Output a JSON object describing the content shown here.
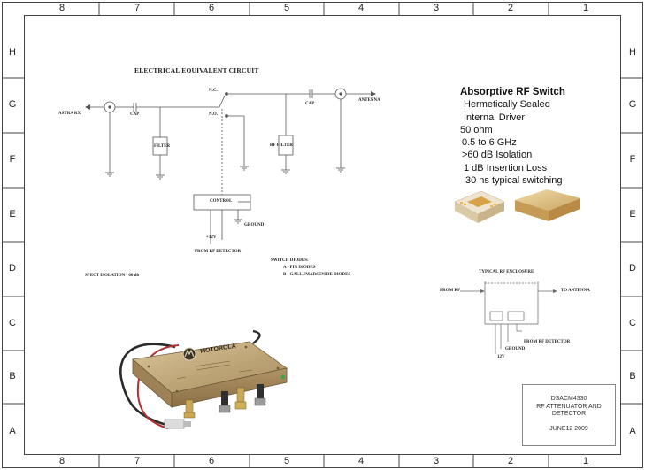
{
  "border": {
    "columns_top": [
      "8",
      "7",
      "6",
      "5",
      "4",
      "3",
      "2",
      "1"
    ],
    "columns_bottom": [
      "8",
      "7",
      "6",
      "5",
      "4",
      "3",
      "2",
      "1"
    ],
    "rows_left": [
      "H",
      "G",
      "F",
      "E",
      "D",
      "C",
      "B",
      "A"
    ],
    "rows_right": [
      "H",
      "G",
      "F",
      "E",
      "D",
      "C",
      "B",
      "A"
    ]
  },
  "circuit": {
    "title": "ELECTRICAL EQUIVALENT CIRCUIT",
    "labels": {
      "astra_rx": "ASTRA RX",
      "cap_left": "CAP",
      "cap_right": "CAP",
      "nc": "N.C.",
      "no": "N.O.",
      "filter": "FILTER",
      "rf_filter": "RF FILTER",
      "antenna": "ANTENNA",
      "control": "CONTROL",
      "ground": "GROUND",
      "plus12v": "+12V",
      "from_rf_detector": "FROM RF DETECTOR"
    },
    "spect_isolation": "SPECT ISOLATION  - 60 db",
    "switch_diodes": {
      "title": "SWITCH DIODES:",
      "a": "A - PIN DIODES",
      "b": "B - GALLUMARSENIDE DIODES"
    }
  },
  "specs": {
    "title": "Absorptive RF Switch",
    "lines": [
      "Hermetically Sealed",
      "Internal Driver",
      "50 ohm",
      "0.5 to 6 GHz",
      ">60 dB Isolation",
      "1 dB Insertion Loss",
      "30 ns typical switching"
    ]
  },
  "enclosure": {
    "title": "TYPICAL RF ENCLOSURE",
    "from_rf": "FROM RF",
    "to_antenna": "TO ANTENNA",
    "ground": "GROUND",
    "from_rf_detector": "FROM RF DETECTOR",
    "v12": "12V"
  },
  "photo": {
    "brand": "MOTOROLA"
  },
  "title_block": {
    "line1": "DSACM4330",
    "line2": "RF ATTENUATOR AND",
    "line3": "DETECTOR",
    "date": "JUNE12 2009"
  },
  "colors": {
    "line": "#555555",
    "photo_body": "#b8a070",
    "chip_body": "#d9b87a"
  }
}
